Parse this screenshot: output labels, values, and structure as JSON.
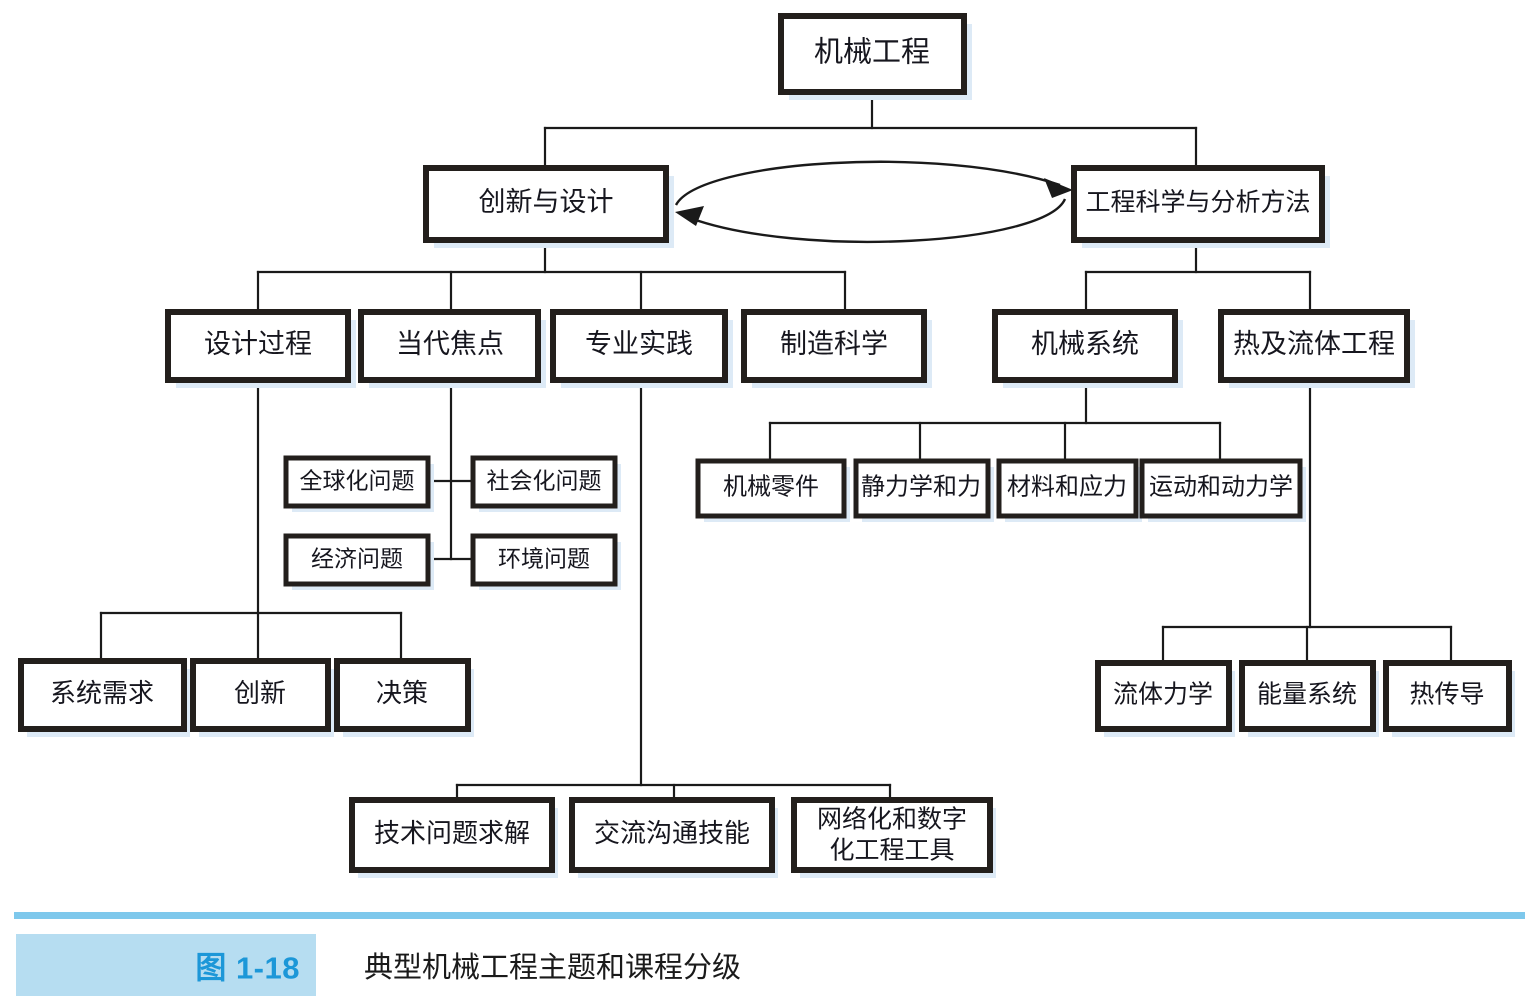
{
  "figure": {
    "badge": "图 1-18",
    "title": "典型机械工程主题和课程分级",
    "rule_color": "#7ec8ec",
    "badge_bg": "#b6ddf1",
    "badge_color": "#1c97d8"
  },
  "style": {
    "box_fill": "#ffffff",
    "box_stroke": "#231f1c",
    "box_shadow": "#ddeaf6",
    "connector": "#1a1a1a"
  },
  "nodes": {
    "root": "机械工程",
    "l2_left": "创新与设计",
    "l2_right": "工程科学与分析方法",
    "l3_a": "设计过程",
    "l3_b": "当代焦点",
    "l3_c": "专业实践",
    "l3_d": "制造科学",
    "l3_e": "机械系统",
    "l3_f": "热及流体工程",
    "focus_1": "全球化问题",
    "focus_2": "社会化问题",
    "focus_3": "经济问题",
    "focus_4": "环境问题",
    "mech_1": "机械零件",
    "mech_2": "静力学和力",
    "mech_3": "材料和应力",
    "mech_4": "运动和动力学",
    "design_1": "系统需求",
    "design_2": "创新",
    "design_3": "决策",
    "thermal_1": "流体力学",
    "thermal_2": "能量系统",
    "thermal_3": "热传导",
    "prof_1": "技术问题求解",
    "prof_2": "交流沟通技能",
    "prof_3_line1": "网络化和数字",
    "prof_3_line2": "化工程工具"
  },
  "relations": {
    "bidirectional_label": "创新与设计 ↔ 工程科学与分析方法"
  }
}
